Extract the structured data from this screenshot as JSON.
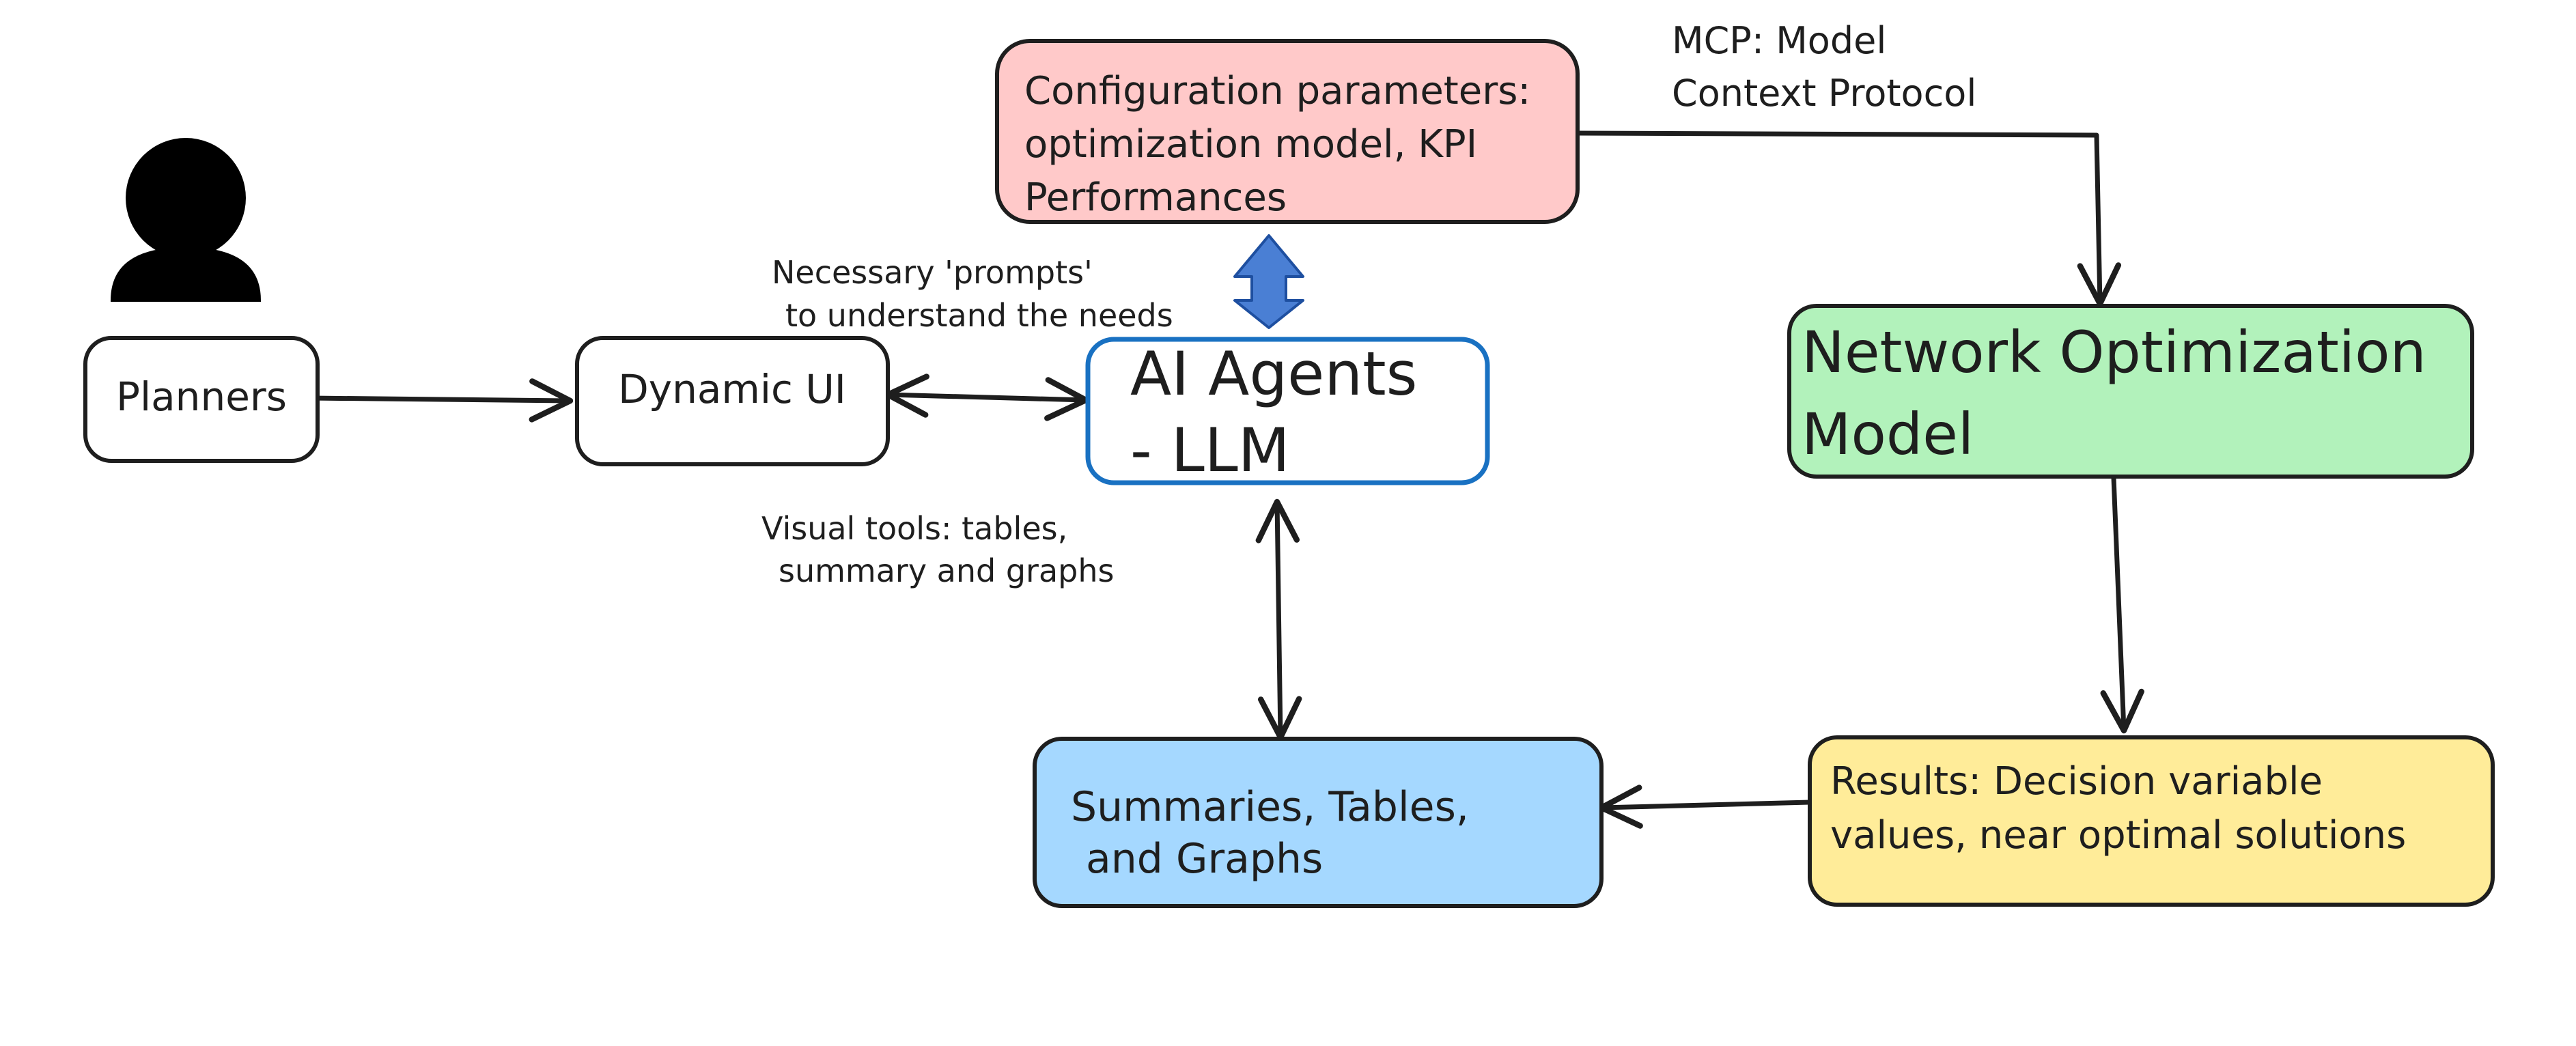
{
  "nodes": {
    "planners": {
      "label": "Planners",
      "text_color": "#2f9e44"
    },
    "dynamic_ui": {
      "label": "Dynamic UI",
      "text_color": "#1971c2"
    },
    "ai_agents": {
      "line1": "AI Agents",
      "line2": "- LLM",
      "border_color": "#1971c2"
    },
    "config": {
      "line1": "Configuration parameters:",
      "line2": "optimization model, KPI",
      "line3": "Performances",
      "fill": "#ffc9c9"
    },
    "network_model": {
      "line1": "Network Optimization",
      "line2": "Model",
      "fill": "#b2f2bb"
    },
    "results": {
      "line1": "Results: Decision variable",
      "line2": "values, near optimal solutions",
      "fill": "#ffec99"
    },
    "summaries": {
      "line1": "Summaries, Tables,",
      "line2": "and Graphs",
      "fill": "#a5d8ff"
    }
  },
  "annotations": {
    "prompts": {
      "line1": "Necessary 'prompts'",
      "line2": "to understand the needs"
    },
    "visual_tools": {
      "line1": "Visual tools: tables,",
      "line2": "summary and graphs"
    },
    "mcp": {
      "line1": "MCP: Model",
      "line2": "Context Protocol"
    }
  },
  "colors": {
    "stroke": "#1e1e1e",
    "double_arrow": "#4a7fd4",
    "double_arrow_stroke": "#1e4fa0",
    "user_icon": "#000000"
  },
  "icons": {
    "user": "user-icon"
  }
}
